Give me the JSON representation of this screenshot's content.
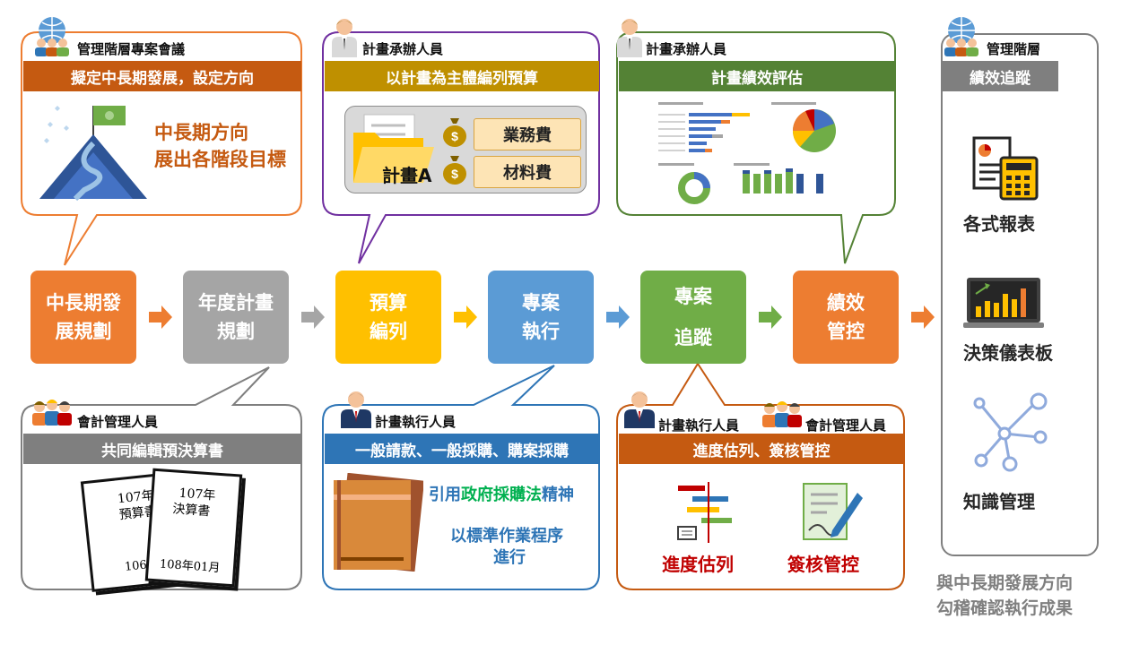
{
  "colors": {
    "orange": "#ed7d31",
    "gray": "#a5a5a5",
    "yellow": "#ffc000",
    "blue": "#5b9bd5",
    "green": "#70ad47",
    "dark_orange": "#c55a11",
    "dark_gray": "#7f7f7f",
    "olive": "#bf9000",
    "dark_green": "#548235",
    "dark_blue": "#2e75b6",
    "purple": "#7030a0",
    "text_orange": "#c55a11",
    "text_green": "#00b050",
    "text_blue": "#2e75b6",
    "text_red": "#c00000"
  },
  "steps": [
    {
      "line1": "中長期發",
      "line2": "展規劃"
    },
    {
      "line1": "年度計畫",
      "line2": "規劃"
    },
    {
      "line1": "預算",
      "line2": "編列"
    },
    {
      "line1": "專案",
      "line2": "執行"
    },
    {
      "line1": "專案",
      "line2": "追蹤"
    },
    {
      "line1": "績效",
      "line2": "管控"
    }
  ],
  "top_callouts": [
    {
      "role": "管理階層專案會議",
      "band": "擬定中長期發展，設定方向",
      "text1": "中長期方向",
      "text2": "展出各階段目標"
    },
    {
      "role": "計畫承辦人員",
      "band": "以計畫為主體編列預算",
      "plan": "計畫A",
      "item1": "業務費",
      "item2": "材料費"
    },
    {
      "role": "計畫承辦人員",
      "band": "計畫績效評估"
    }
  ],
  "bottom_callouts": [
    {
      "role": "會計管理人員",
      "band": "共同編輯預決算書",
      "doc1_line1": "107年",
      "doc1_line2": "預算書",
      "doc1_footer": "106",
      "doc2_line1": "107年",
      "doc2_line2": "決算書",
      "doc2_footer": "108年01月"
    },
    {
      "role": "計畫執行人員",
      "band": "一般請款、一般採購、購案採購",
      "line1_pre": "引用",
      "line1_em": "政府採購法",
      "line1_post": "精神",
      "line2": "以標準作業程序",
      "line3": "進行"
    },
    {
      "role1": "計畫執行人員",
      "role2": "會計管理人員",
      "band": "進度估列、簽核管控",
      "label1": "進度估列",
      "label2": "簽核管控"
    }
  ],
  "right_panel": {
    "role": "管理階層",
    "band": "績效追蹤",
    "items": [
      "各式報表",
      "決策儀表板",
      "知識管理"
    ],
    "footer1": "與中長期發展方向",
    "footer2": "勾稽確認執行成果"
  }
}
